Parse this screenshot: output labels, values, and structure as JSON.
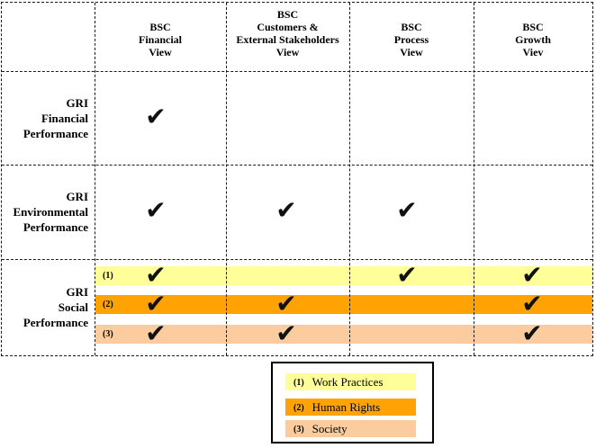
{
  "figure": {
    "check_char": "✔",
    "columns": [
      {
        "label": ""
      },
      {
        "label": "BSC\nFinancial\nView"
      },
      {
        "label": "BSC\nCustomers &\nExternal Stakeholders\nView"
      },
      {
        "label": "BSC\nProcess\nView"
      },
      {
        "label": "BSC\nGrowth\nViev"
      }
    ],
    "rows": [
      {
        "label": "GRI\nFinancial\nPerformance",
        "checks": [
          1,
          0,
          0,
          0
        ]
      },
      {
        "label": "GRI\nEnvironmental\nPerformance",
        "checks": [
          1,
          1,
          1,
          0
        ]
      },
      {
        "label": "GRI\nSocial\nPerformance",
        "sub_rows": [
          {
            "num": "(1)",
            "color": "#FFFF99",
            "checks": [
              1,
              0,
              1,
              1
            ]
          },
          {
            "num": "(2)",
            "color": "#FFA305",
            "checks": [
              1,
              1,
              0,
              1
            ]
          },
          {
            "num": "(3)",
            "color": "#FBCC9E",
            "checks": [
              1,
              1,
              0,
              1
            ]
          }
        ]
      }
    ]
  },
  "legend": {
    "items": [
      {
        "num": "(1)",
        "label": "Work Practices",
        "color": "#FFFF99"
      },
      {
        "num": "(2)",
        "label": "Human Rights",
        "color": "#FFA305"
      },
      {
        "num": "(3)",
        "label": "Society",
        "color": "#FBCC9E"
      }
    ]
  }
}
